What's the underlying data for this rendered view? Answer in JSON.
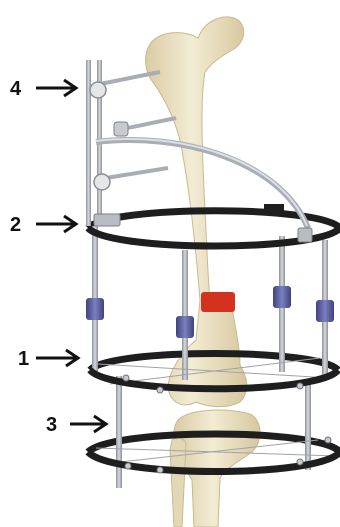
{
  "labels": [
    {
      "id": "label-1",
      "text": "1"
    },
    {
      "id": "label-2",
      "text": "2"
    },
    {
      "id": "label-3",
      "text": "3"
    },
    {
      "id": "label-4",
      "text": "4"
    }
  ],
  "colors": {
    "bone": "#ece3c6",
    "bone_shade": "#d9cba4",
    "ring": "#1e1e1e",
    "rod": "#a9adb4",
    "clamp": "#5a5f9c",
    "osteotomy": "#d2321e",
    "arrow": "#111111"
  }
}
